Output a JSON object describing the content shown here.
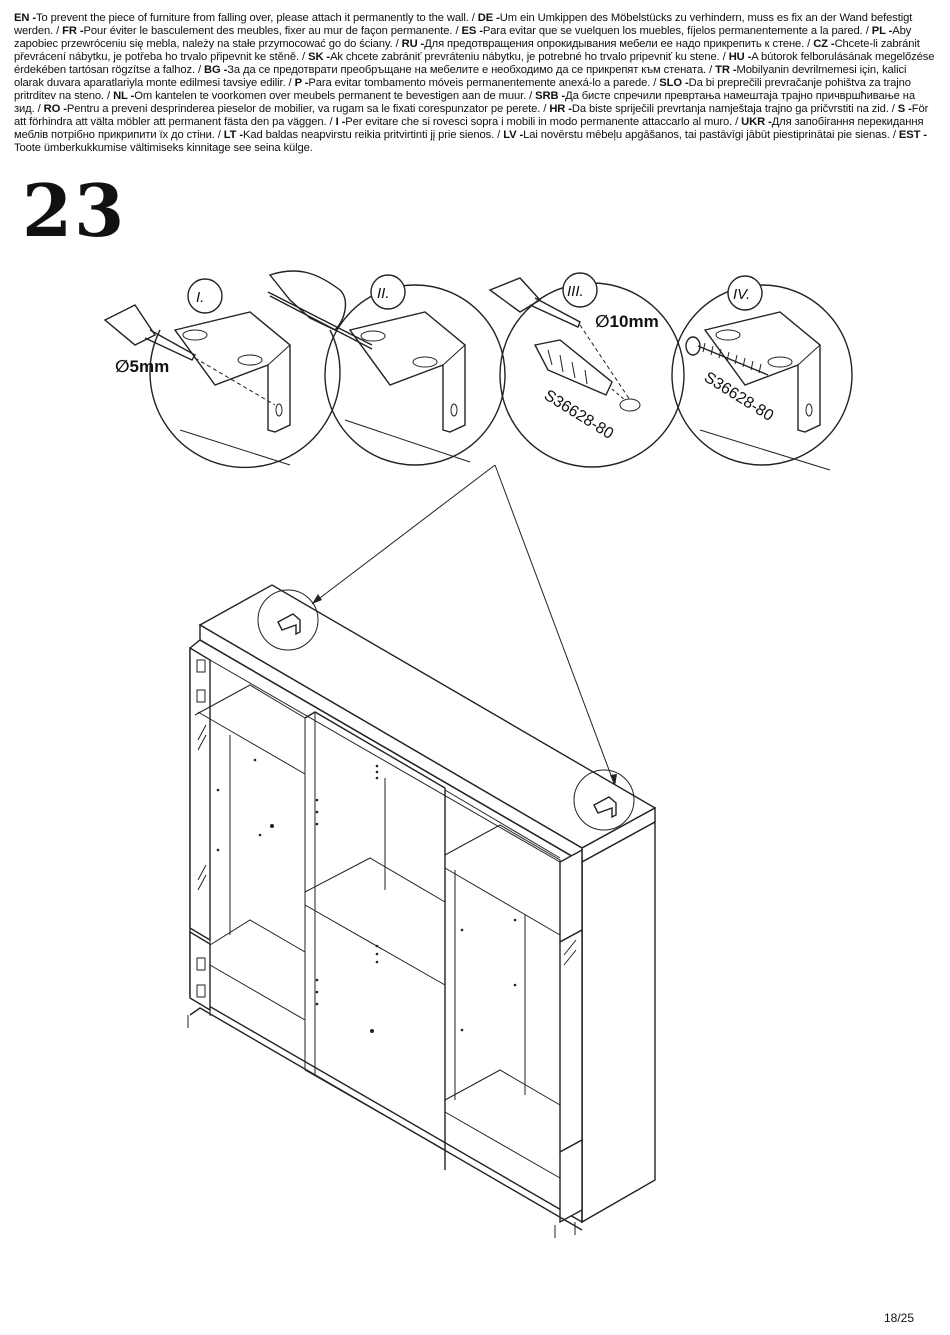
{
  "instructions": [
    {
      "code": "EN",
      "text": "To prevent the piece of furniture from falling over, please attach it permanently to the wall."
    },
    {
      "code": "DE",
      "text": "Um ein Umkippen des Möbelstücks zu verhindern, muss es fix an der Wand befestigt werden."
    },
    {
      "code": "FR",
      "text": "Pour éviter le basculement des meubles, fixer au mur de façon permanente."
    },
    {
      "code": "ES",
      "text": "Para evitar que se vuelquen los muebles, fíjelos permanentemente a la pared."
    },
    {
      "code": "PL",
      "text": "Aby zapobiec przewróceniu się mebla, należy na stałe przymocować go do ściany."
    },
    {
      "code": "RU",
      "text": "Для предотвращения опрокидывания мебели ее надо прикрепить к стене."
    },
    {
      "code": "CZ",
      "text": "Chcete-li zabránit převrácení nábytku, je potřeba ho trvalo připevnit ke stěně."
    },
    {
      "code": "SK",
      "text": "Ak chcete zabrániť prevráteniu nábytku, je potrebné ho trvalo pripevniť ku stene."
    },
    {
      "code": "HU",
      "text": "A bútorok felborulásának megelőzése érdekében tartósan rögzítse a falhoz."
    },
    {
      "code": "BG",
      "text": "За да се предотврати преобръщане на мебелите е необходимо да се  прикрепят към стената."
    },
    {
      "code": "TR",
      "text": "Mobilyanin devrilmemesi için, kalici olarak duvara aparatlariyla monte edilmesi tavsiye edilir."
    },
    {
      "code": "P",
      "text": "Para evitar tombamento móveis permanentemente anexá-lo a parede."
    },
    {
      "code": "SLO",
      "text": "Da bi preprečili prevračanje pohištva za trajno pritrditev na steno."
    },
    {
      "code": "NL",
      "text": "Om kantelen te voorkomen over meubels permanent te bevestigen aan de muur."
    },
    {
      "code": "SRB",
      "text": "Да бисте спречили превртања намештаја трајно причвршћивање на зид."
    },
    {
      "code": "RO",
      "text": "Pentru a preveni desprinderea pieselor de mobilier, va rugam sa le fixati corespunzator pe perete."
    },
    {
      "code": "HR",
      "text": "Da biste spriječili prevrtanja namještaja trajno ga pričvrstiti na zid."
    },
    {
      "code": "S",
      "text": "För att förhindra att välta möbler att permanent fästa den pa väggen."
    },
    {
      "code": "I",
      "text": "Per evitare che si rovesci sopra i mobili in modo permanente attaccarlo al muro."
    },
    {
      "code": "UKR",
      "text": "Для запобігання перекидання меблів потрібно прикрипити їх до стіни."
    },
    {
      "code": "LT",
      "text": "Kad baldas neapvirstu reikia pritvirtinti jį prie sienos."
    },
    {
      "code": "LV",
      "text": "Lai novērstu mēbeļu apgāšanos, tai pastāvīgi jābūt piestiprinātai pie sienas."
    },
    {
      "code": "EST",
      "text": "Toote ümberkukkumise vältimiseks kinnitage see seina külge."
    }
  ],
  "step_number": "23",
  "details": {
    "step1": {
      "roman": "I.",
      "drill": "∅5mm"
    },
    "step2": {
      "roman": "II."
    },
    "step3": {
      "roman": "III.",
      "drill": "∅10mm",
      "part": "S36628-80"
    },
    "step4": {
      "roman": "IV.",
      "part": "S36628-80"
    }
  },
  "page_number": "18/25"
}
